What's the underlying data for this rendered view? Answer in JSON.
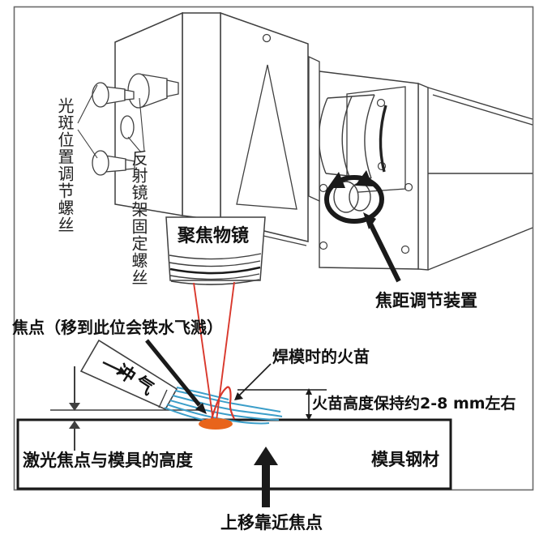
{
  "diagram": {
    "title_context": "laser-mold-welding-focus-diagram",
    "labels": {
      "spot_position_screws": "光斑位置调节螺丝",
      "mirror_mount_screws": "反射镜架固定螺丝",
      "focusing_objective": "聚焦物镜",
      "focus_adjust_device": "焦距调节装置",
      "focal_point_warning": "焦点（移到此位会铁水飞溅）",
      "welding_flame": "焊模时的火苗",
      "flame_height_note": "火苗高度保持约2-8 mm左右",
      "gas_blast": "冲气",
      "focus_mold_height": "激光焦点与模具的高度",
      "mold_steel": "模具钢材",
      "move_up_to_focus": "上移靠近焦点"
    },
    "colors": {
      "laser_beam": "#d9382c",
      "gas_stream": "#3b9ec9",
      "melt_spot": "#e8641b",
      "line_art": "#3f3f3f",
      "frame": "#6a6a6a",
      "text": "#111111"
    }
  }
}
